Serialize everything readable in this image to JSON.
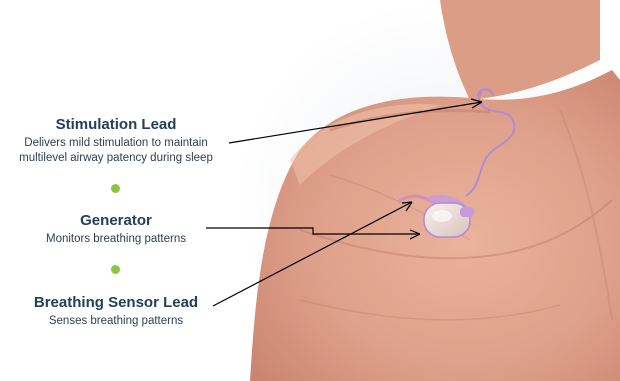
{
  "labels": [
    {
      "title": "Stimulation Lead",
      "desc": [
        "Delivers mild stimulation to maintain",
        "multilevel airway patency during sleep"
      ]
    },
    {
      "title": "Generator",
      "desc": [
        "Monitors breathing patterns"
      ]
    },
    {
      "title": "Breathing Sensor Lead",
      "desc": [
        "Senses breathing patterns"
      ]
    }
  ],
  "colors": {
    "title": "#24405a",
    "text": "#2e3f50",
    "dot": "#8cc63f",
    "skin": "#e2a48c",
    "implant": "#b48ad2"
  }
}
